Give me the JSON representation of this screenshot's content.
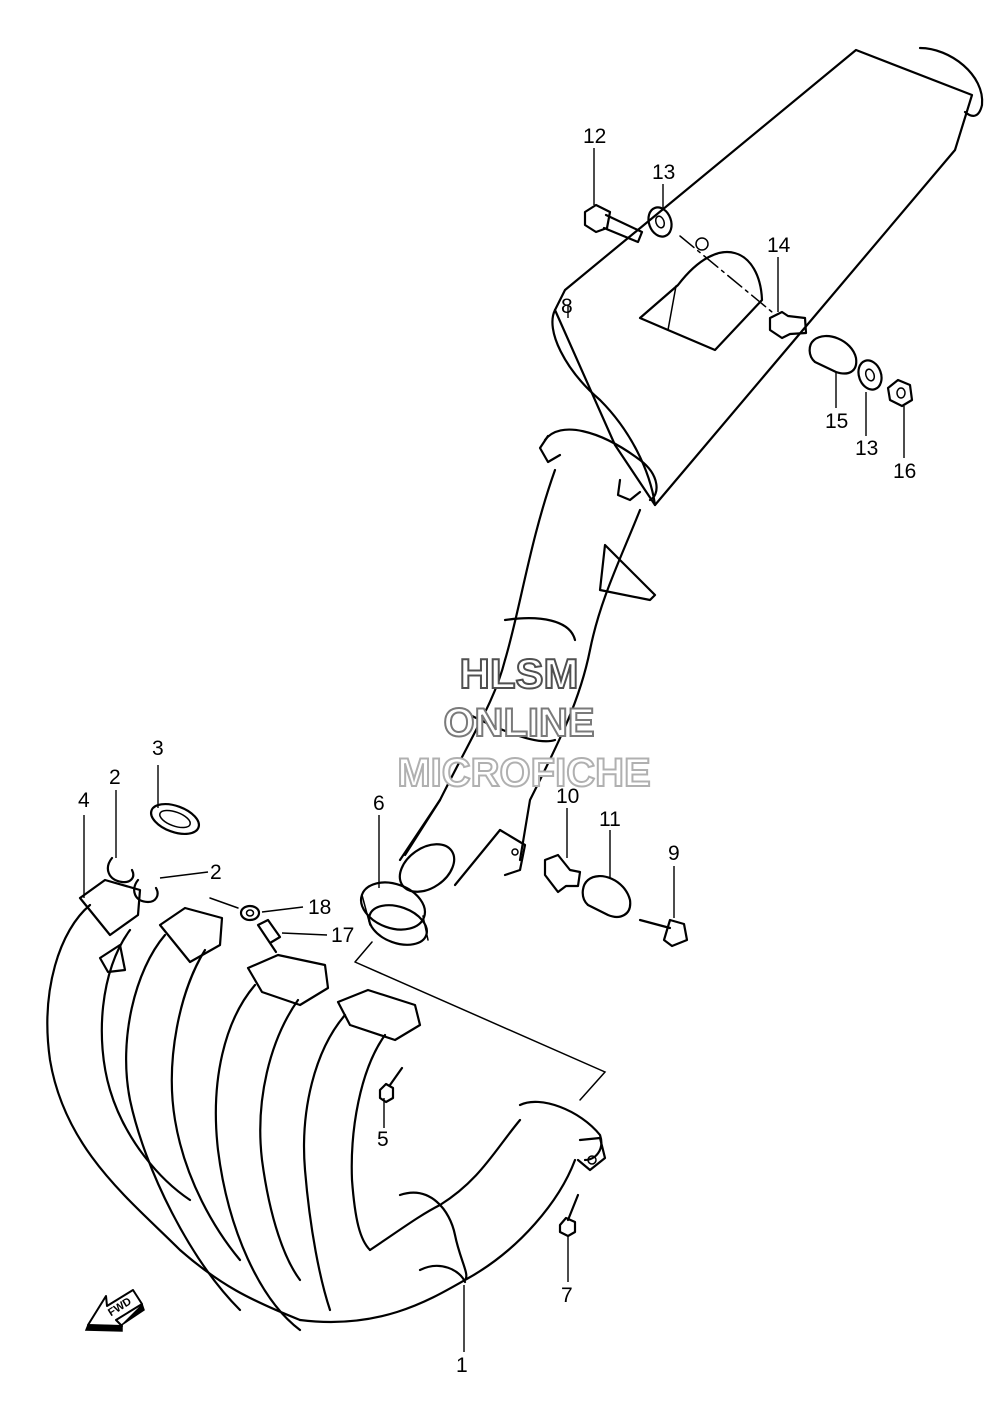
{
  "watermark": {
    "line1": "HLSM",
    "line2": "ONLINE",
    "line3": "MICROFICHE",
    "stroke_colors": [
      "#505050",
      "#7a7a7a",
      "#b0b0b0"
    ]
  },
  "direction_arrow": {
    "label": "FWD",
    "icon": "fwd-arrow-icon"
  },
  "callouts": {
    "c1": "1",
    "c2a": "2",
    "c2b": "2",
    "c3": "3",
    "c4": "4",
    "c5": "5",
    "c6": "6",
    "c7": "7",
    "c8": "8",
    "c9": "9",
    "c10": "10",
    "c11": "11",
    "c12": "12",
    "c13a": "13",
    "c13b": "13",
    "c14": "14",
    "c15": "15",
    "c16": "16",
    "c17": "17",
    "c18": "18"
  }
}
